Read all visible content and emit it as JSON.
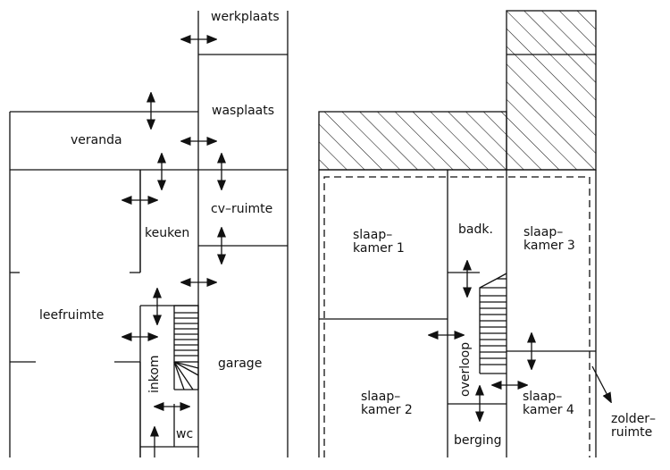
{
  "ground_floor": {
    "werkplaats": "werkplaats",
    "wasplaats": "wasplaats",
    "veranda": "veranda",
    "cv_ruimte": "cv–ruimte",
    "keuken": "keuken",
    "leefruimte": "leefruimte",
    "inkom": "inkom",
    "garage": "garage",
    "wc": "wc"
  },
  "upper_floor": {
    "slaapkamer_1": "slaap–\nkamer 1",
    "badkamer": "badk.",
    "slaapkamer_3": "slaap–\nkamer 3",
    "overloop": "overloop",
    "slaapkamer_2": "slaap–\nkamer 2",
    "slaapkamer_4": "slaap–\nkamer 4",
    "berging": "berging",
    "zolderruimte": "zolder–\nruimte"
  }
}
